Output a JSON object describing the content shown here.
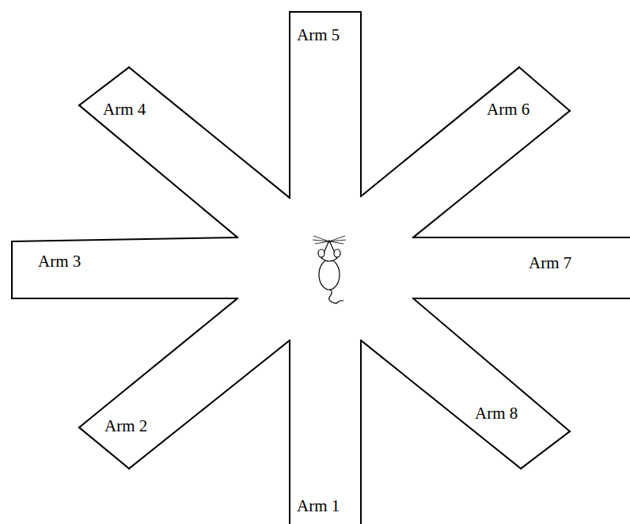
{
  "diagram": {
    "labels": [
      "Arm 5",
      "Arm 4",
      "Arm 6",
      "Arm 3",
      "Arm 7",
      "Arm 2",
      "Arm 8",
      "Arm 1"
    ]
  }
}
